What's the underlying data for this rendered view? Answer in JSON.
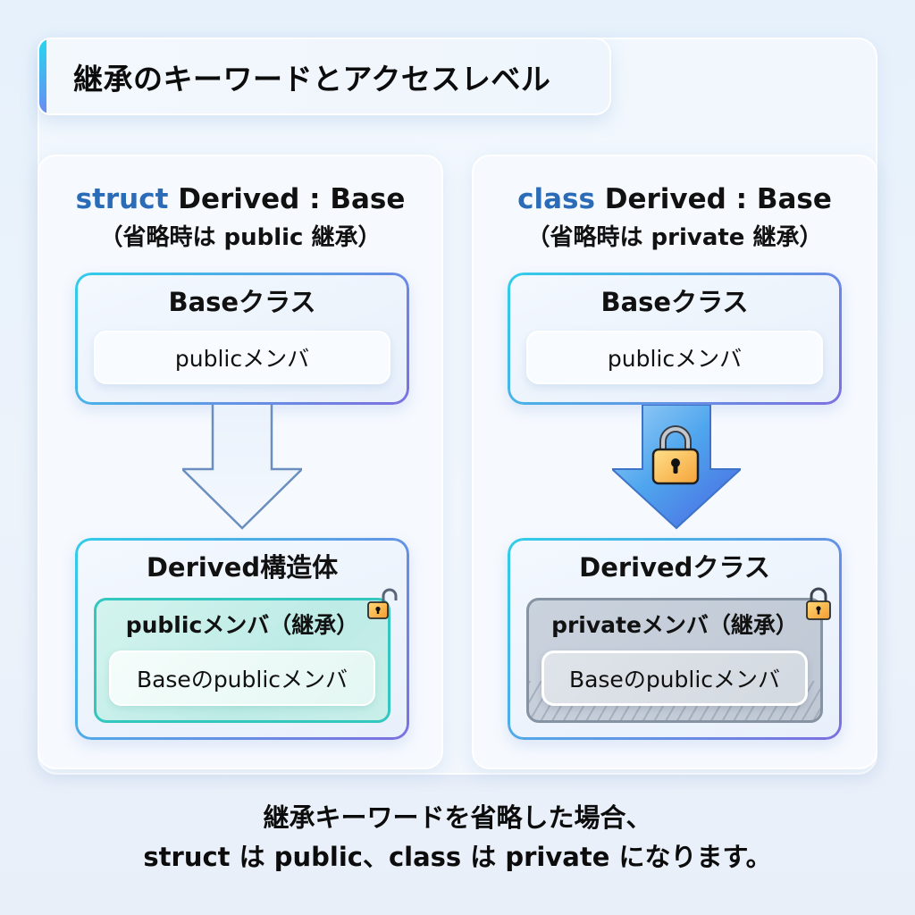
{
  "title": "継承のキーワードとアクセスレベル",
  "colors": {
    "keyword": "#2b6cb8",
    "accent_start": "#27d6ef",
    "accent_end": "#6a8cf2",
    "public_border": "#33c7bf",
    "private_border": "#8693a3",
    "lock_gold": "#f7b84a"
  },
  "left": {
    "heading_keyword": "struct",
    "heading_rest": " Derived : Base",
    "subheading": "（省略時は public 継承）",
    "base_box": {
      "title": "Baseクラス",
      "member": "publicメンバ"
    },
    "arrow_icon": "hollow-down-arrow",
    "derived_box": {
      "title": "Derived構造体",
      "inner_title": "publicメンバ（継承）",
      "inner_member": "Baseのpublicメンバ",
      "lock_icon": "unlocked-padlock"
    }
  },
  "right": {
    "heading_keyword": "class",
    "heading_rest": " Derived : Base",
    "subheading": "（省略時は private 継承）",
    "base_box": {
      "title": "Baseクラス",
      "member": "publicメンバ"
    },
    "arrow_icon": "filled-down-arrow-with-lock",
    "derived_box": {
      "title": "Derivedクラス",
      "inner_title": "privateメンバ（継承）",
      "inner_member": "Baseのpublicメンバ",
      "lock_icon": "locked-padlock"
    }
  },
  "footer": {
    "line1": "継承キーワードを省略した場合、",
    "line2": "struct は public、class は private になります。"
  }
}
